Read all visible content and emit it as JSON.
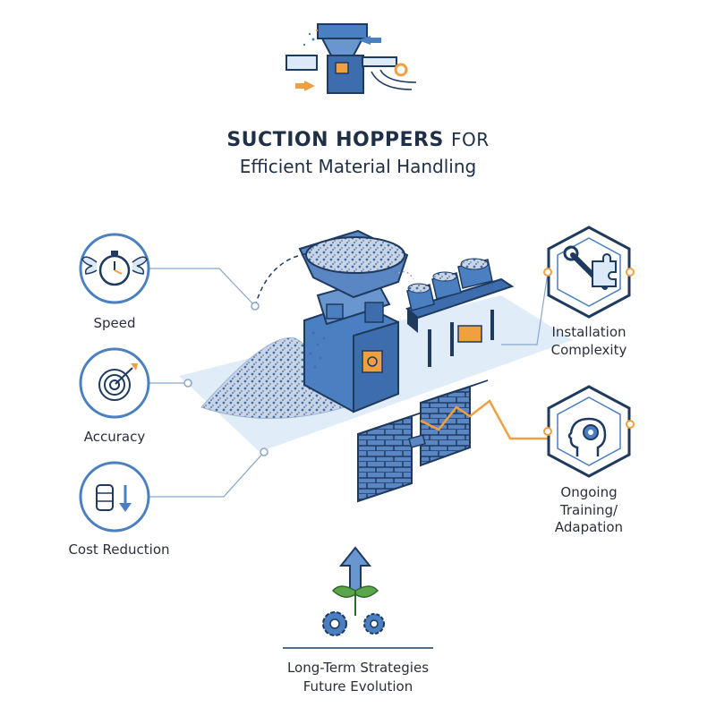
{
  "title": {
    "line1_bold": "SUCTION HOPPERS",
    "line1_suffix": "FOR",
    "line2": "Efficient Material Handling"
  },
  "benefits": {
    "speed": "Speed",
    "accuracy": "Accuracy",
    "cost_reduction": "Cost Reduction"
  },
  "challenges": {
    "installation": [
      "Installation",
      "Complexity"
    ],
    "training": [
      "Ongoing",
      "Training/",
      "Adapation"
    ]
  },
  "future": {
    "line1": "Long-Term Strategies",
    "line2": "Future Evolution"
  },
  "colors": {
    "navy": "#1f3a5f",
    "blue": "#4a7fc1",
    "light_blue": "#dce9f8",
    "orange": "#f0a040",
    "green": "#5aa64a"
  }
}
